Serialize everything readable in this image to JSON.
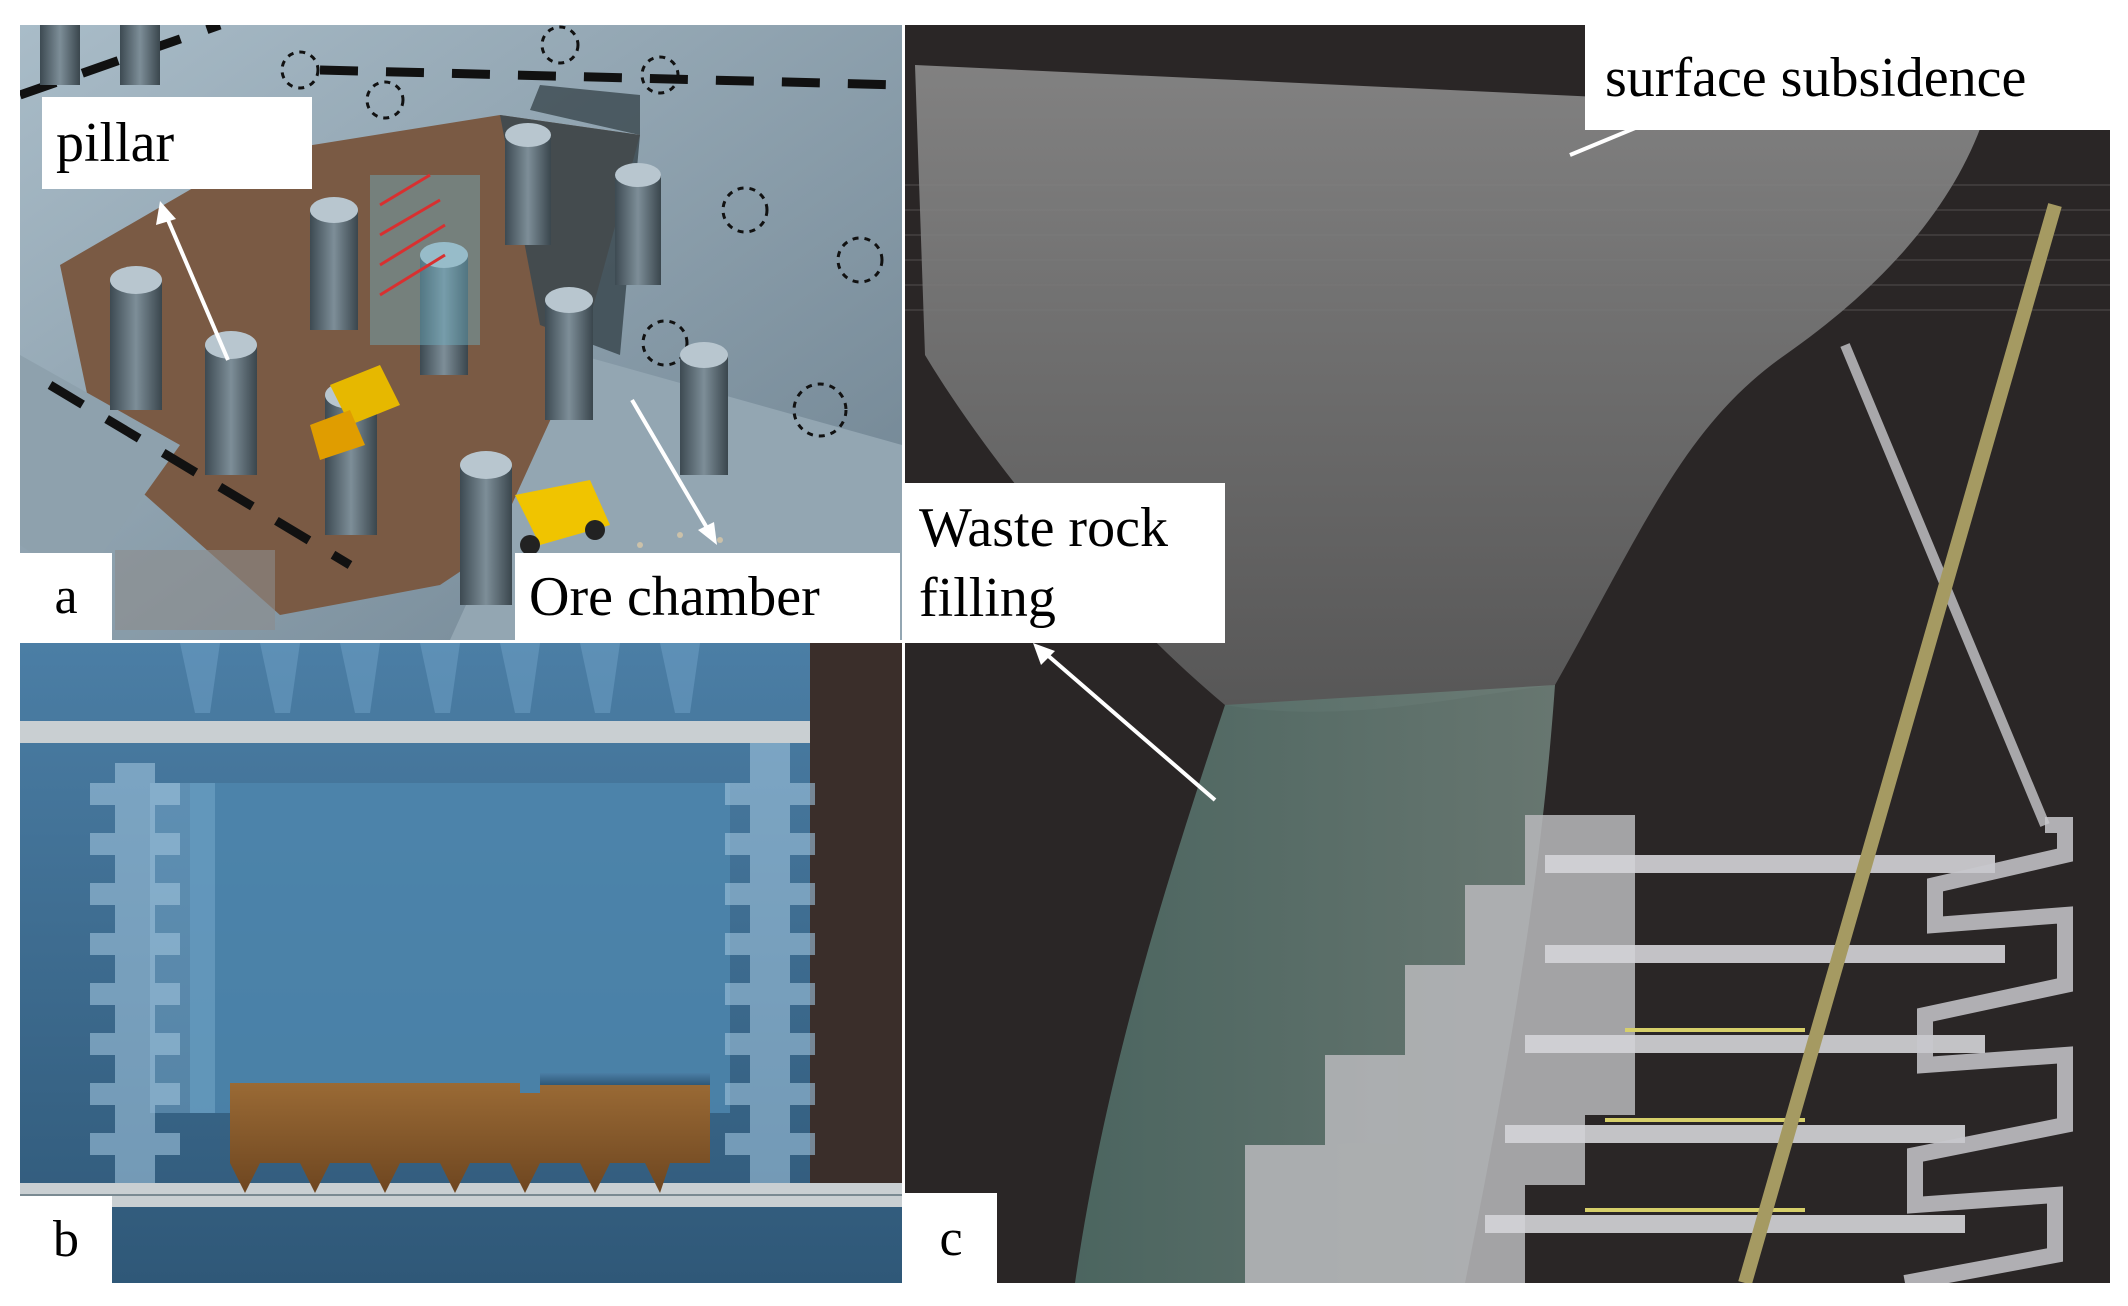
{
  "labels": {
    "pillar": "pillar",
    "ore_chamber": "Ore chamber",
    "surface_subsidence": "surface subsidence",
    "waste_rock_line1": "Waste rock",
    "waste_rock_line2": "filling"
  },
  "panel_letters": {
    "a": "a",
    "b": "b",
    "c": "c"
  },
  "colors": {
    "rock": "#8fa3b0",
    "rock_dark": "#4e5f69",
    "floor": "#7a5a44",
    "water": "#3f6f94",
    "ore": "#8a5a2a",
    "subsidence": "#6f6f6f",
    "shaft": "#a59a62"
  }
}
